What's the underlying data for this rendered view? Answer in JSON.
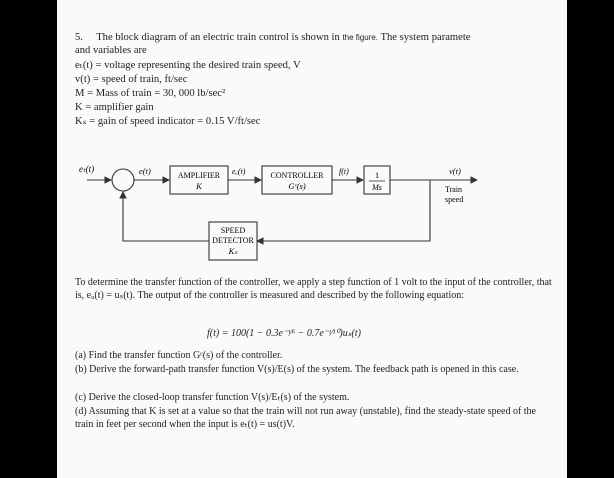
{
  "problem": {
    "number": "5.",
    "title_a": "The block diagram of an electric train control is shown in",
    "title_ref": "the figure.",
    "title_b": "The system paramete",
    "title_c": "and variables are",
    "defs": [
      "eₜ(t) = voltage representing the  desired train speed,  V",
      "v(t) = speed of  train,  ft/sec",
      "M = Mass of train = 30, 000 lb/sec²",
      "K = amplifier gain",
      "Kₛ = gain of speed indicator = 0.15 V/ft/sec"
    ]
  },
  "diagram": {
    "in_label": "eₜ(t)",
    "err_label": "e(t)",
    "amp_line1": "AMPLIFIER",
    "amp_line2": "K",
    "u_label": "eᵤ(t)",
    "ctrl_line1": "CONTROLLER",
    "ctrl_line2": "Gᶜ(s)",
    "f_label": "f(t)",
    "plant_num": "1",
    "plant_den": "Ms",
    "v_label": "v(t)",
    "out_line1": "Train",
    "out_line2": "speed",
    "det_line1": "SPEED",
    "det_line2": "DETECTOR",
    "det_line3": "Kₛ"
  },
  "body": {
    "intro": "To determine the transfer function of the controller, we apply a step function of 1 volt to the input of the controller, that is, eᵤ(t) = uₛ(t). The output of the controller is measured and described by the following equation:",
    "equation": "f(t) = 100(1 − 0.3e⁻ᵗ⁄⁶ − 0.7e⁻ᵗ⁄¹⁰)uₛ(t)",
    "parts": [
      "(a) Find the transfer function Gᶜ(s) of the controller.",
      "(b) Derive the forward-path transfer function V(s)/E(s) of the system. The feedback path is opened in this case.",
      "(c) Derive the closed-loop transfer function V(s)/Eₜ(s) of the system.",
      "(d) Assuming that K is set at a value so that the train will not run away (unstable), find the steady-state speed of the train in feet per second when the input is eₜ(t) = us(t)V."
    ]
  }
}
